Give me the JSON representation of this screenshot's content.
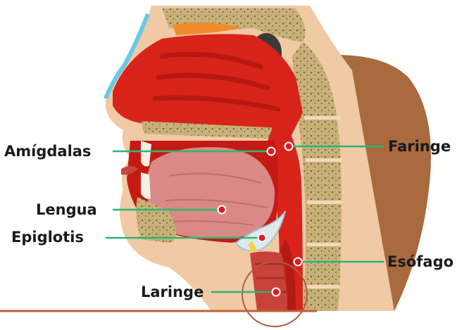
{
  "labels": {
    "amigdalas": "Amígdalas",
    "lengua": "Lengua",
    "epiglotis": "Epiglotis",
    "laringe": "Laringe",
    "faringe": "Faringe",
    "esofago": "Esófago"
  },
  "colors": {
    "line": "#2bb673",
    "dot": "#e0182c",
    "bottom_rule": "#c0603a"
  }
}
